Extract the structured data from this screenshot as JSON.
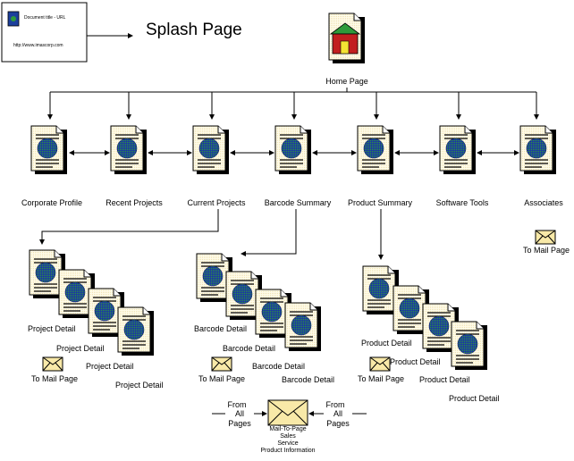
{
  "legend_box": {
    "title": "Document title - URL",
    "url": "http://www.imascorp.com"
  },
  "splash_title": "Splash Page",
  "home": {
    "label": "Home Page"
  },
  "sections": [
    {
      "label": "Corporate Profile"
    },
    {
      "label": "Recent Projects"
    },
    {
      "label": "Current Projects"
    },
    {
      "label": "Barcode Summary"
    },
    {
      "label": "Product Summary"
    },
    {
      "label": "Software Tools"
    },
    {
      "label": "Associates"
    }
  ],
  "mail_label": "To Mail Page",
  "groups": [
    {
      "detail_label": "Project Detail"
    },
    {
      "detail_label": "Barcode Detail"
    },
    {
      "detail_label": "Product Detail"
    }
  ],
  "mail_page": {
    "left_note": [
      "From",
      "All",
      "Pages"
    ],
    "right_note": [
      "From",
      "All",
      "Pages"
    ],
    "caption": [
      "Mail-To-Page",
      "Sales",
      "Service",
      "Product Information"
    ]
  }
}
